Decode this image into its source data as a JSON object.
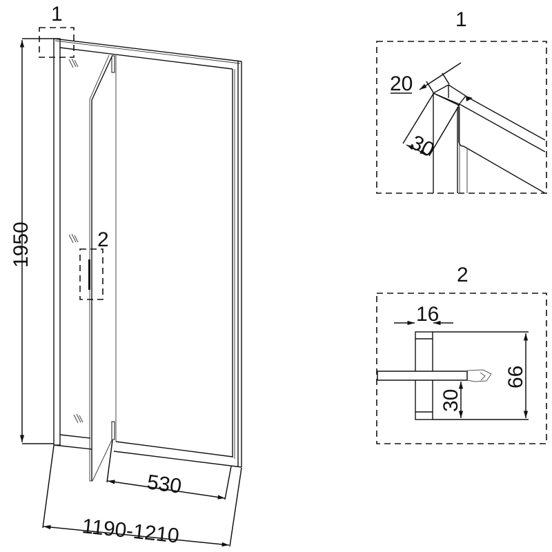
{
  "main_view": {
    "height_label": "1950",
    "detail1_callout": "1",
    "detail2_callout": "2",
    "door_width_label": "530",
    "total_width_label": "1190-1210"
  },
  "detail_1": {
    "title": "1",
    "profile_width": "20",
    "profile_depth": "30"
  },
  "detail_2": {
    "title": "2",
    "profile_width": "16",
    "total_height": "66",
    "seal_height": "30"
  }
}
